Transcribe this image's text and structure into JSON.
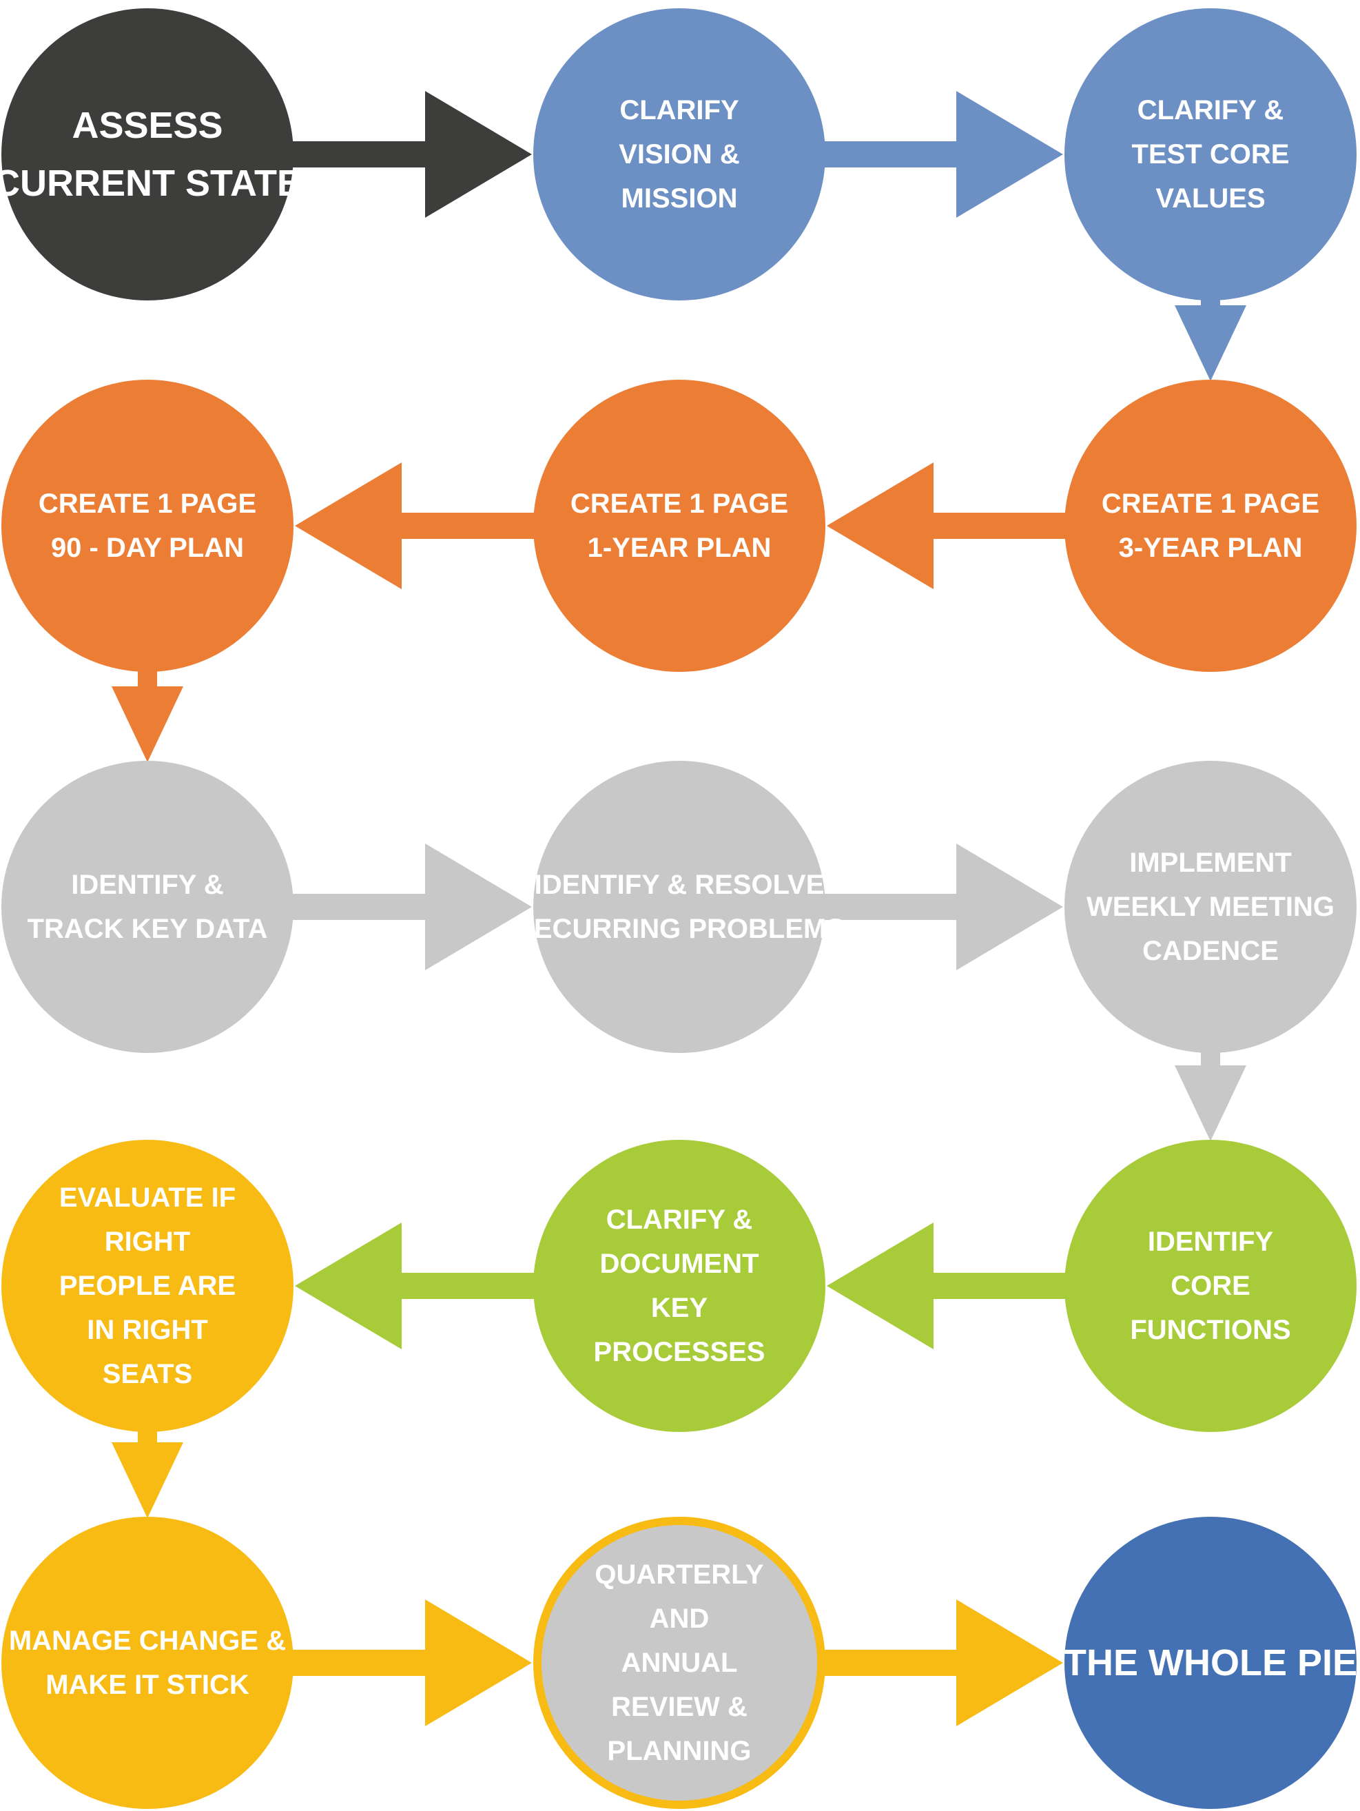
{
  "colors": {
    "black": "#3d3d3b",
    "blue": "#6c8fc4",
    "orange": "#ec7d34",
    "gray": "#c8c8c8",
    "green": "#a8cb3a",
    "yellow": "#f8bb14",
    "navy": "#4470b4",
    "ring": "#f8bb14"
  },
  "steps": [
    {
      "id": "assess",
      "lines": [
        "ASSESS",
        "CURRENT STATE"
      ],
      "color": "black"
    },
    {
      "id": "vision",
      "lines": [
        "CLARIFY",
        "VISION &",
        "MISSION"
      ],
      "color": "blue"
    },
    {
      "id": "values",
      "lines": [
        "CLARIFY &",
        "TEST CORE",
        "VALUES"
      ],
      "color": "blue"
    },
    {
      "id": "three-year",
      "lines": [
        "CREATE 1 PAGE",
        "3-YEAR PLAN"
      ],
      "color": "orange"
    },
    {
      "id": "one-year",
      "lines": [
        "CREATE 1 PAGE",
        "1-YEAR PLAN"
      ],
      "color": "orange"
    },
    {
      "id": "ninety-day",
      "lines": [
        "CREATE 1 PAGE",
        "90 - DAY PLAN"
      ],
      "color": "orange"
    },
    {
      "id": "key-data",
      "lines": [
        "IDENTIFY &",
        "TRACK KEY DATA"
      ],
      "color": "gray"
    },
    {
      "id": "problems",
      "lines": [
        "IDENTIFY & RESOLVE",
        "RECURRING PROBLEMS"
      ],
      "color": "gray"
    },
    {
      "id": "cadence",
      "lines": [
        "IMPLEMENT",
        "WEEKLY MEETING",
        "CADENCE"
      ],
      "color": "gray"
    },
    {
      "id": "core-functions",
      "lines": [
        "IDENTIFY",
        "CORE",
        "FUNCTIONS"
      ],
      "color": "green"
    },
    {
      "id": "processes",
      "lines": [
        "CLARIFY &",
        "DOCUMENT",
        "KEY",
        "PROCESSES"
      ],
      "color": "green"
    },
    {
      "id": "right-seats",
      "lines": [
        "EVALUATE IF",
        "RIGHT",
        "PEOPLE ARE",
        "IN RIGHT",
        "SEATS"
      ],
      "color": "yellow"
    },
    {
      "id": "manage-change",
      "lines": [
        "MANAGE CHANGE &",
        "MAKE IT STICK"
      ],
      "color": "yellow"
    },
    {
      "id": "review",
      "lines": [
        "QUARTERLY",
        "AND",
        "ANNUAL",
        "REVIEW &",
        "PLANNING"
      ],
      "color": "gray",
      "ring": true
    },
    {
      "id": "whole-pie",
      "lines": [
        "THE WHOLE PIE"
      ],
      "color": "navy"
    }
  ],
  "arrows": [
    {
      "from": "assess",
      "to": "vision",
      "color": "black"
    },
    {
      "from": "vision",
      "to": "values",
      "color": "blue"
    },
    {
      "from": "values",
      "to": "three-year",
      "color": "blue"
    },
    {
      "from": "three-year",
      "to": "one-year",
      "color": "orange"
    },
    {
      "from": "one-year",
      "to": "ninety-day",
      "color": "orange"
    },
    {
      "from": "ninety-day",
      "to": "key-data",
      "color": "orange"
    },
    {
      "from": "key-data",
      "to": "problems",
      "color": "gray"
    },
    {
      "from": "problems",
      "to": "cadence",
      "color": "gray"
    },
    {
      "from": "cadence",
      "to": "core-functions",
      "color": "gray"
    },
    {
      "from": "core-functions",
      "to": "processes",
      "color": "green"
    },
    {
      "from": "processes",
      "to": "right-seats",
      "color": "green"
    },
    {
      "from": "right-seats",
      "to": "manage-change",
      "color": "yellow"
    },
    {
      "from": "manage-change",
      "to": "review",
      "color": "yellow"
    },
    {
      "from": "review",
      "to": "whole-pie",
      "color": "yellow"
    }
  ]
}
